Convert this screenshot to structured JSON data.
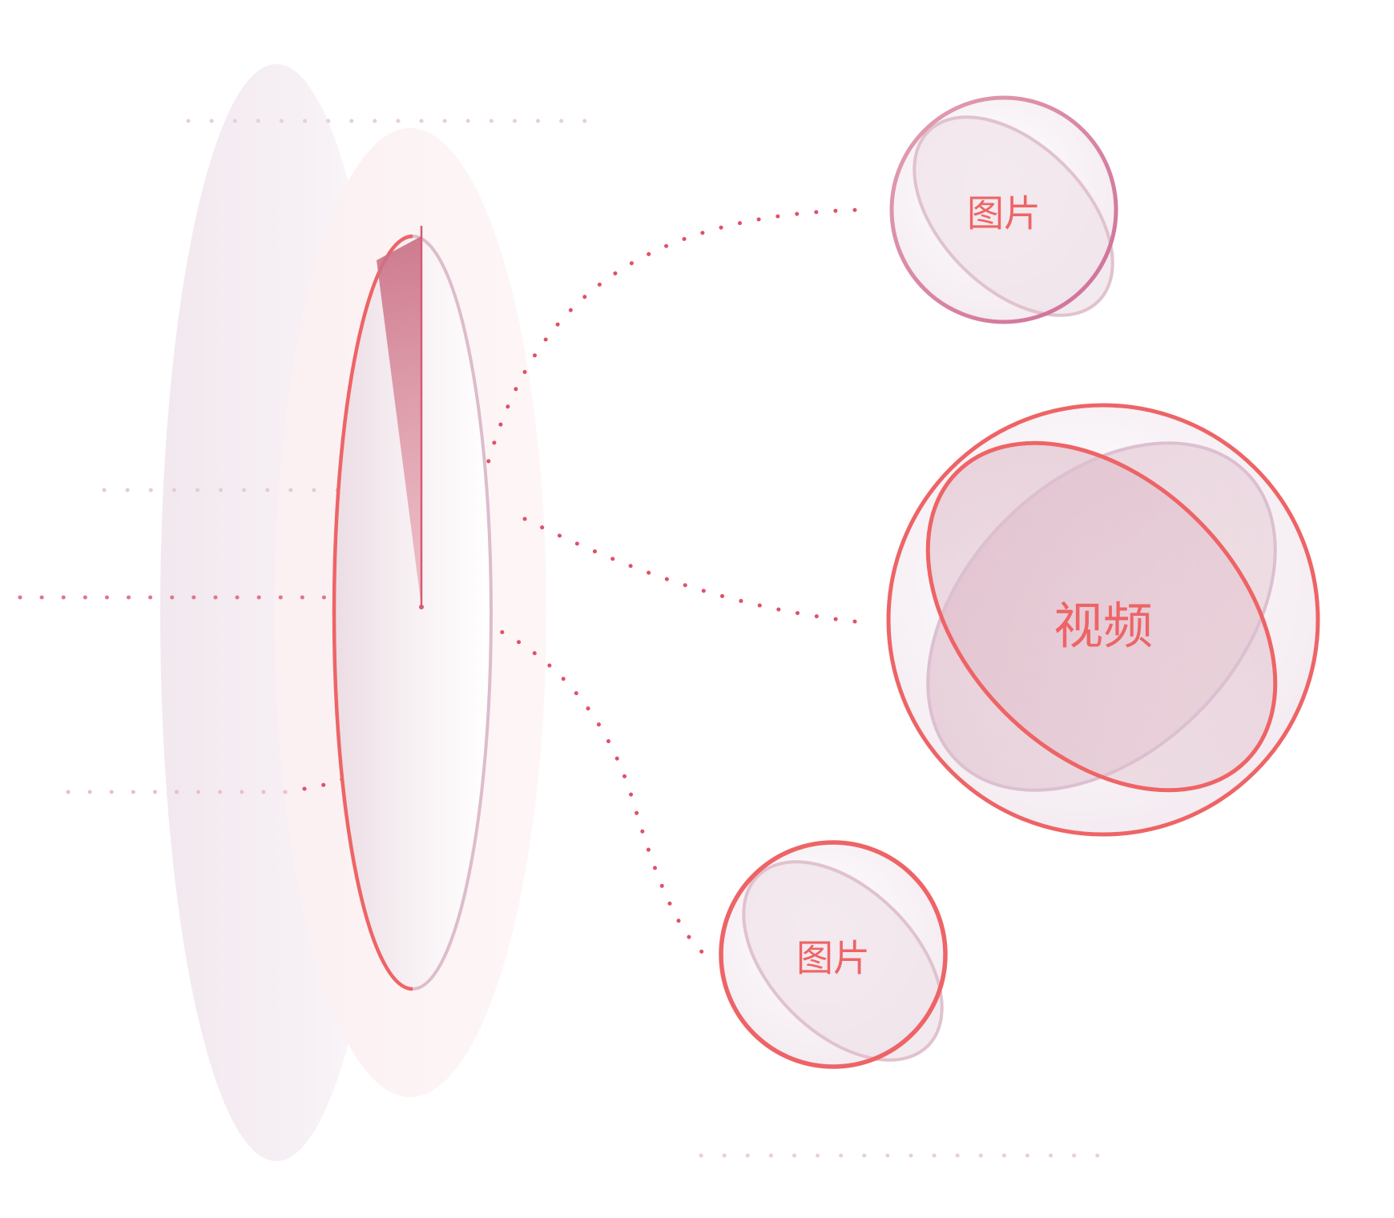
{
  "nodes": {
    "image_top": {
      "label": "图片"
    },
    "video": {
      "label": "视频"
    },
    "image_bottom": {
      "label": "图片"
    }
  },
  "colors": {
    "accent": "#ee6466",
    "accent_soft": "#d98b9c",
    "lavender": "#d9b8cc",
    "halo": "#f6eef2",
    "dot_pink": "#e0506a",
    "dot_light": "#e8c8d6"
  }
}
